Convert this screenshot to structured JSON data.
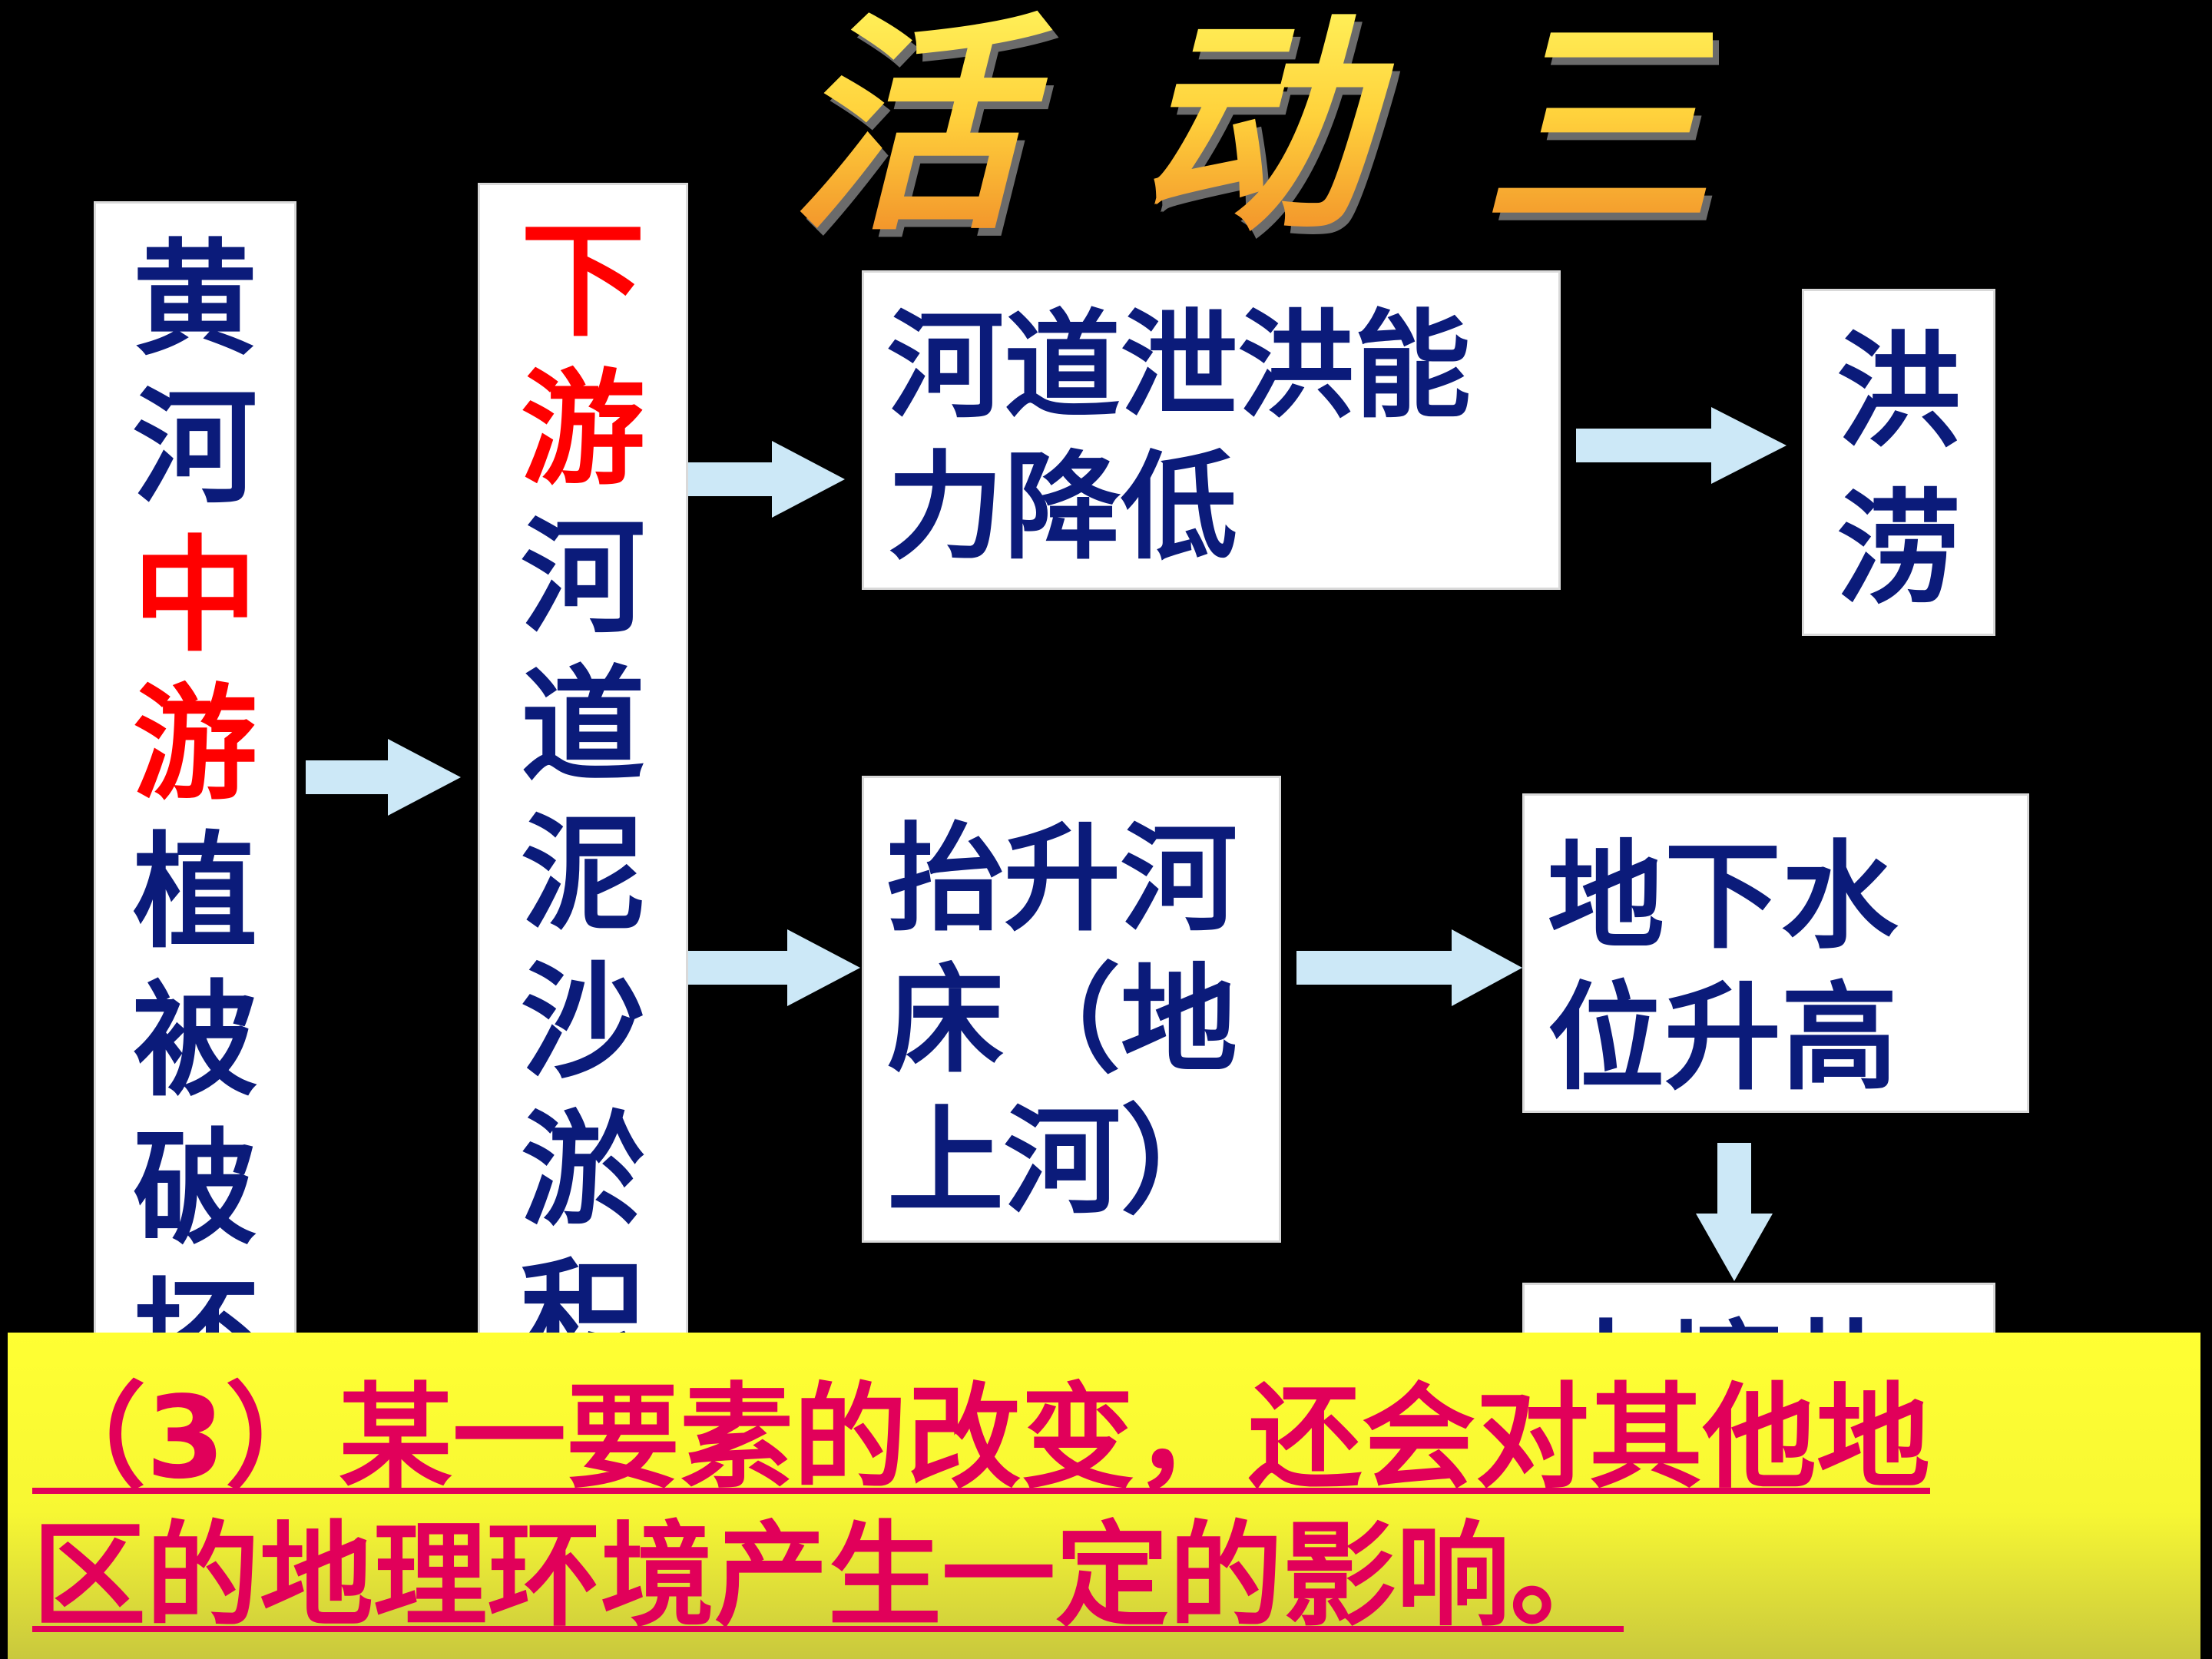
{
  "title": [
    "活",
    "动",
    "三"
  ],
  "col1": [
    {
      "ch": "黄",
      "red": false
    },
    {
      "ch": "河",
      "red": false
    },
    {
      "ch": "中",
      "red": true
    },
    {
      "ch": "游",
      "red": true
    },
    {
      "ch": "植",
      "red": false
    },
    {
      "ch": "被",
      "red": false
    },
    {
      "ch": "破",
      "red": false
    },
    {
      "ch": "坏",
      "red": false
    }
  ],
  "col2": [
    {
      "ch": "下",
      "red": true
    },
    {
      "ch": "游",
      "red": true
    },
    {
      "ch": "河",
      "red": false
    },
    {
      "ch": "道",
      "red": false
    },
    {
      "ch": "泥",
      "red": false
    },
    {
      "ch": "沙",
      "red": false
    },
    {
      "ch": "淤",
      "red": false
    },
    {
      "ch": "积",
      "red": false
    }
  ],
  "boxes": {
    "flood_capacity": [
      "河道泄洪能",
      "力降低"
    ],
    "flood": [
      "洪",
      "涝"
    ],
    "raised_bed": [
      "抬升河",
      "床（地",
      "上河）"
    ],
    "groundwater": [
      "地下水",
      "位升高"
    ],
    "soil": [
      "土壤盐"
    ]
  },
  "banner": {
    "line1": "（3）某一要素的改变，还会对其他地",
    "line2": "区的地理环境产生一定的影响。"
  },
  "colors": {
    "text_blue": "#0b1b7a",
    "accent_red": "#ff0000",
    "arrow": "#cce8f7",
    "banner_text": "#e1005a",
    "banner_bg": "#ffff33"
  }
}
